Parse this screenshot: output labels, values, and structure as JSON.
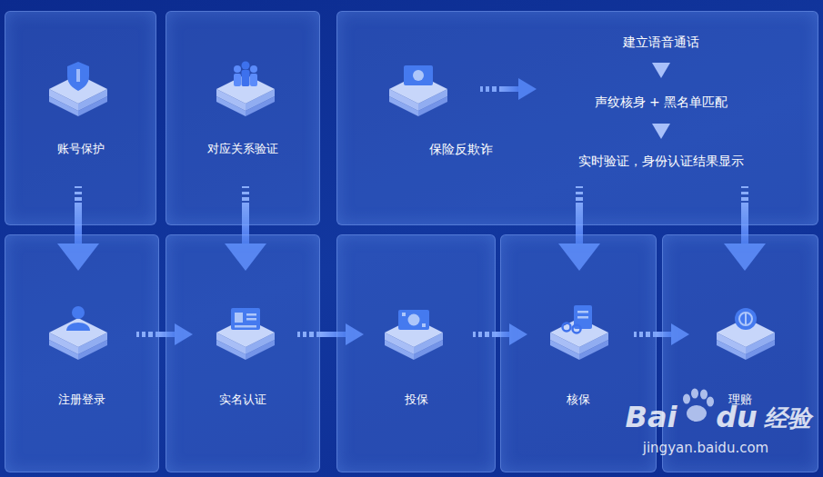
{
  "diagram": {
    "nodes": [
      {
        "text": [
          "账号保护"
        ]
      },
      {
        "text": [
          "对应关系验证"
        ]
      },
      {
        "text": [
          "保险反欺诈"
        ]
      },
      {
        "text": [
          "注册登录"
        ]
      },
      {
        "text": [
          "实名认证"
        ]
      },
      {
        "text": [
          "投保"
        ]
      },
      {
        "text": [
          "核保"
        ]
      },
      {
        "text": [
          "理赔"
        ]
      }
    ],
    "edges": [
      {
        "from": 0,
        "to": 3,
        "arrow": "to"
      },
      {
        "from": 1,
        "to": 4,
        "arrow": "to"
      },
      {
        "from": 3,
        "to": 4,
        "arrow": "to"
      },
      {
        "from": 4,
        "to": 5,
        "arrow": "to"
      },
      {
        "from": 5,
        "to": 6,
        "arrow": "to"
      },
      {
        "from": 6,
        "to": 7,
        "arrow": "to"
      },
      {
        "from": 2,
        "to": 6,
        "arrow": "to"
      },
      {
        "from": 2,
        "to": 7,
        "arrow": "to"
      }
    ],
    "labels": [
      "建立语音通话",
      "声纹核身 + 黑名单匹配",
      "实时验证，身份认证结果显示",
      "Bai",
      "du",
      "经验",
      "jingyan.baidu.com"
    ]
  }
}
